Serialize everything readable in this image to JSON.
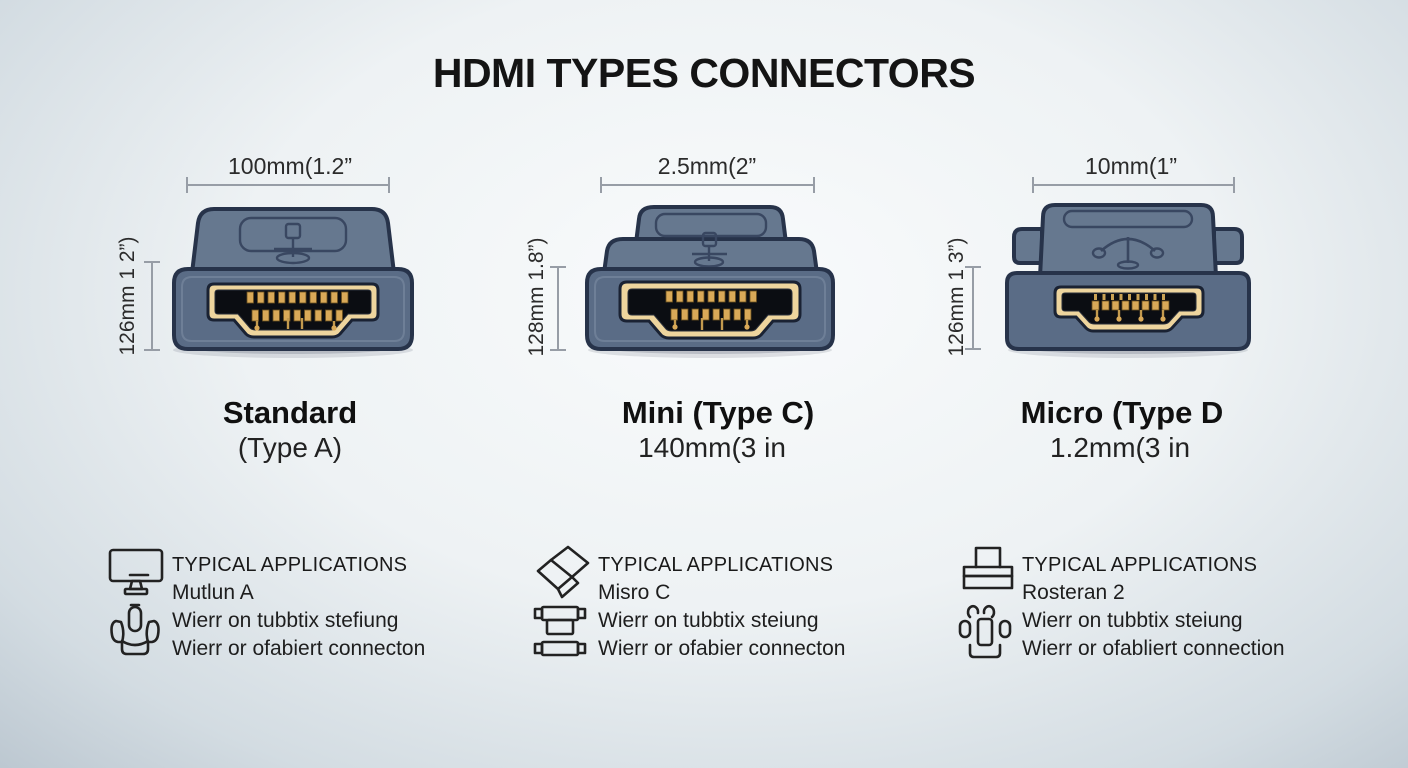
{
  "title": "HDMI TYPES CONNECTORS",
  "colors": {
    "background_edge": "#b6c2cc",
    "background_center": "#f9fbfc",
    "connector_body": "#5a6c86",
    "connector_top": "#66788f",
    "connector_outline": "#27334a",
    "port_gold": "#eed59e",
    "port_black": "#0b0d12",
    "pin_gold": "#d9a958",
    "dimension_line": "#979da6"
  },
  "connectors": [
    {
      "name": "Standard",
      "subtitle": "(Type A)",
      "width_label": "100mm(1.2”",
      "height_label": "126mm 1 2”)",
      "apps": {
        "header": "TYPICAL APPLICATIONS",
        "line1": "Mutlun A",
        "line2": "Wierr on tubbtix stefiung",
        "line3": "Wierr or ofabiert connecton"
      }
    },
    {
      "name": "Mini (Type C)",
      "subtitle": "140mm(3 in",
      "width_label": "2.5mm(2”",
      "height_label": "128mm 1.8”)",
      "apps": {
        "header": "TYPICAL APPLICATIONS",
        "line1": "Misro C",
        "line2": "Wierr on tubbtix steiung",
        "line3": "Wierr or ofabier connecton"
      }
    },
    {
      "name": "Micro (Type D",
      "subtitle": "1.2mm(3 in",
      "width_label": "10mm(1”",
      "height_label": "126mm 1 3”)",
      "apps": {
        "header": "TYPICAL APPLICATIONS",
        "line1": "Rosteran 2",
        "line2": "Wierr on tubbtix steiung",
        "line3": "Wierr or ofabliert connection"
      }
    }
  ]
}
